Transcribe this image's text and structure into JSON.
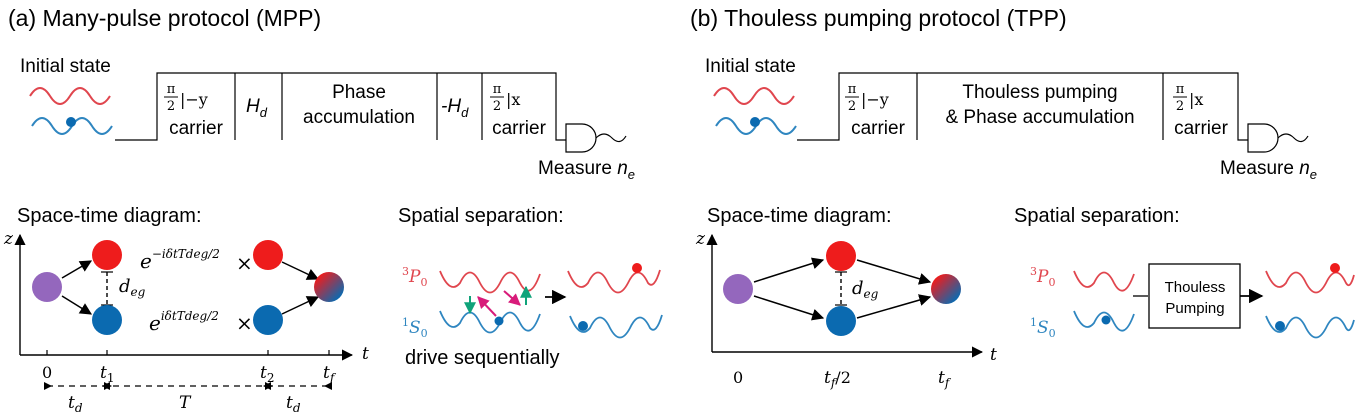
{
  "panel_a": {
    "title": "(a) Many-pulse protocol (MPP)",
    "initial_state": "Initial state",
    "sequence": {
      "pulse1_frac": "π",
      "pulse1_den": "2",
      "pulse1_axis": "|−y",
      "carrier": "carrier",
      "hd": "H",
      "hd_sub": "d",
      "phase_line1": "Phase",
      "phase_line2": "accumulation",
      "neg_hd": "-H",
      "neg_hd_sub": "d",
      "pulse2_axis": "|x"
    },
    "measure": "Measure ",
    "measure_n": "n",
    "measure_sub": "e",
    "spacetime_heading": "Space-time diagram:",
    "spatial_heading": "Spatial separation:",
    "axis_z": "z",
    "axis_t": "t",
    "ticks": [
      "0",
      "t",
      "t",
      "t"
    ],
    "tick_subs": [
      "",
      "1",
      "2",
      "f"
    ],
    "d_eg": "d",
    "d_eg_sub": "eg",
    "phase_top": "e",
    "phase_top_sup": "−iδtTdeg/2",
    "phase_bottom": "e",
    "phase_bottom_sup": "iδtTdeg/2",
    "times": "×",
    "intervals": [
      "t",
      "T",
      "t"
    ],
    "interval_subs": [
      "d",
      "",
      "d"
    ],
    "level_p": "P",
    "level_p_pre": "3",
    "level_p_sub": "0",
    "level_s": "S",
    "level_s_pre": "1",
    "level_s_sub": "0",
    "drive_label": "drive sequentially"
  },
  "panel_b": {
    "title": "(b) Thouless pumping protocol (TPP)",
    "initial_state": "Initial state",
    "sequence": {
      "pulse1_axis": "|−y",
      "carrier": "carrier",
      "middle_line1": "Thouless pumping",
      "middle_line2": "& Phase accumulation",
      "pulse2_axis": "|x"
    },
    "measure": "Measure ",
    "measure_n": "n",
    "measure_sub": "e",
    "spacetime_heading": "Space-time diagram:",
    "spatial_heading": "Spatial separation:",
    "axis_z": "z",
    "axis_t": "t",
    "ticks": [
      "0",
      "t",
      "t"
    ],
    "tick_subs": [
      "",
      "f",
      "f"
    ],
    "tick_mid_suffix": "/2",
    "d_eg": "d",
    "d_eg_sub": "eg",
    "level_p": "P",
    "level_p_pre": "3",
    "level_p_sub": "0",
    "level_s": "S",
    "level_s_pre": "1",
    "level_s_sub": "0",
    "box_line1": "Thouless",
    "box_line2": "Pumping"
  },
  "colors": {
    "red": "#ee1c1c",
    "blue": "#0b6ab0",
    "purple": "#9467bd",
    "wave_red": "#e0464e",
    "wave_blue": "#2f86c0",
    "arrow_pink": "#d81b7a",
    "arrow_green": "#10a37a"
  }
}
